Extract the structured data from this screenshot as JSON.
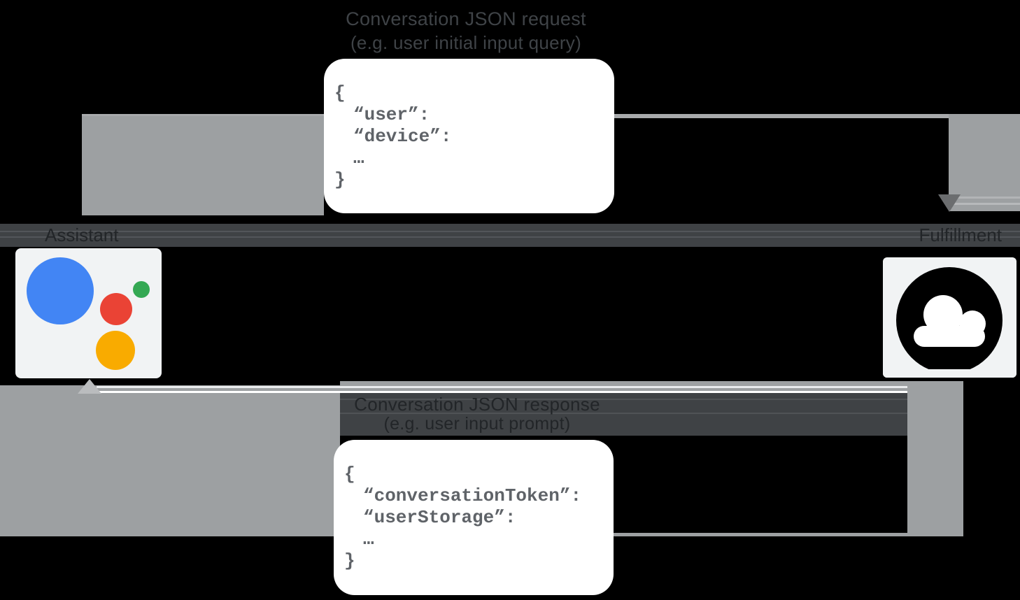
{
  "diagram": {
    "request": {
      "label_line1": "Conversation JSON request",
      "label_line2": "(e.g. user initial input query)",
      "direction": "assistant-to-fulfillment",
      "code": {
        "brace_open": "{",
        "lines": [
          "“user”:",
          "“device”:"
        ],
        "ellipsis": "…",
        "brace_close": "}"
      }
    },
    "response": {
      "label_line1": "Conversation JSON response",
      "label_line2": "(e.g. user input prompt)",
      "direction": "fulfillment-to-assistant",
      "code": {
        "brace_open": "{",
        "lines": [
          "“conversationToken”:",
          "“userStorage”:"
        ],
        "ellipsis": "…",
        "brace_close": "}"
      }
    },
    "assistant": {
      "label": "Assistant",
      "icon": "google-assistant-logo"
    },
    "fulfillment": {
      "label": "Fulfillment",
      "icon": "cloud-icon"
    }
  },
  "colors": {
    "background": "#000000",
    "pipe-gray": "#9da0a2",
    "pipe-gray-light": "#a8aaac",
    "band-dark": "#3f4245",
    "band-text": "#222528",
    "label-text": "#3f4347",
    "code-text": "#5f6368",
    "box-bg": "#ffffff",
    "card-bg": "#f1f3f4",
    "assistant-blue": "#4285f4",
    "assistant-red": "#ea4335",
    "assistant-yellow": "#f9ab00",
    "assistant-green": "#34a853",
    "cloud-black": "#000000"
  }
}
